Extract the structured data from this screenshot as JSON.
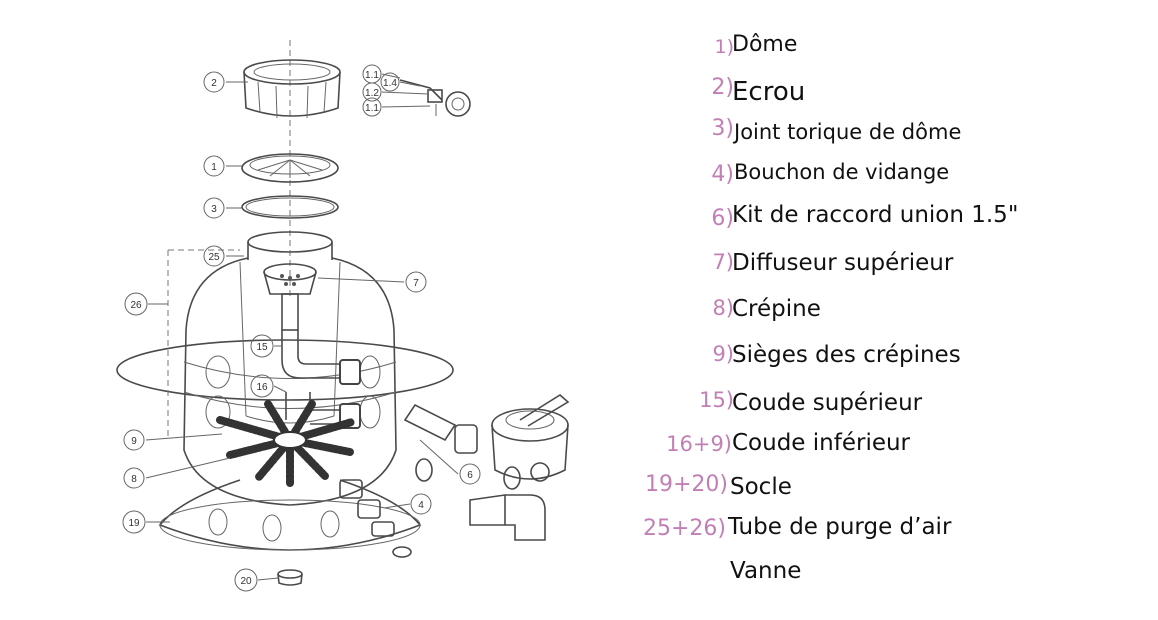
{
  "diagram": {
    "callouts": [
      {
        "id": "c2",
        "text": "2"
      },
      {
        "id": "c11a",
        "text": "1.1"
      },
      {
        "id": "c14",
        "text": "1.4"
      },
      {
        "id": "c12",
        "text": "1.2"
      },
      {
        "id": "c11b",
        "text": "1.1"
      },
      {
        "id": "c1",
        "text": "1"
      },
      {
        "id": "c3",
        "text": "3"
      },
      {
        "id": "c25",
        "text": "25"
      },
      {
        "id": "c7",
        "text": "7"
      },
      {
        "id": "c26",
        "text": "26"
      },
      {
        "id": "c15",
        "text": "15"
      },
      {
        "id": "c16",
        "text": "16"
      },
      {
        "id": "c9",
        "text": "9"
      },
      {
        "id": "c8",
        "text": "8"
      },
      {
        "id": "c6",
        "text": "6"
      },
      {
        "id": "c4",
        "text": "4"
      },
      {
        "id": "c19",
        "text": "19"
      },
      {
        "id": "c20",
        "text": "20"
      }
    ]
  },
  "legend": [
    {
      "num": "1)",
      "label": "Dôme"
    },
    {
      "num": "2)",
      "label": "Ecrou"
    },
    {
      "num": "3)",
      "label": "Joint torique de dôme"
    },
    {
      "num": "4)",
      "label": "Bouchon de vidange"
    },
    {
      "num": "6)",
      "label": "Kit de raccord union 1.5\""
    },
    {
      "num": "7)",
      "label": "Diffuseur supérieur"
    },
    {
      "num": "8)",
      "label": "Crépine"
    },
    {
      "num": "9)",
      "label": "Sièges des crépines"
    },
    {
      "num": "15)",
      "label": "Coude supérieur"
    },
    {
      "num": "16+9)",
      "label": "Coude inférieur"
    },
    {
      "num": "19+20)",
      "label": "Socle"
    },
    {
      "num": "25+26)",
      "label": "Tube de purge d’air"
    },
    {
      "num": "",
      "label": "Vanne"
    }
  ]
}
